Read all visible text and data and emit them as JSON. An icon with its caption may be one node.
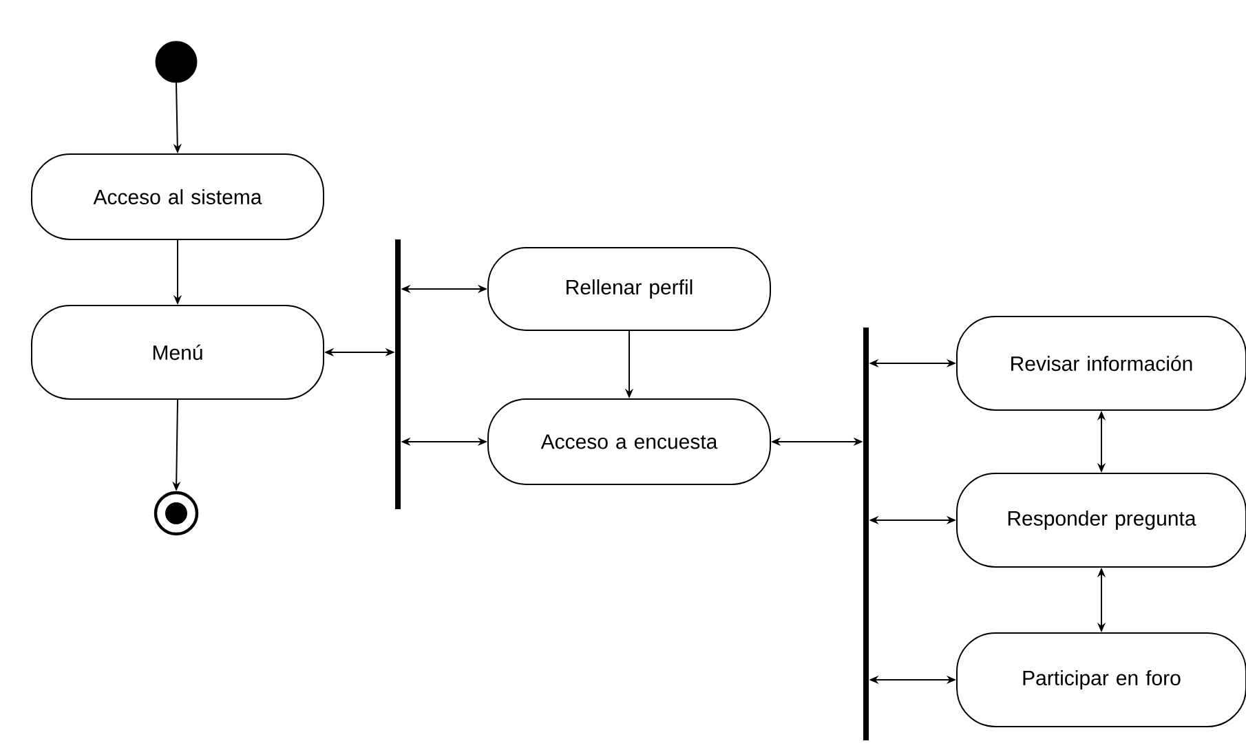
{
  "diagram": {
    "nodes": [
      {
        "text": [],
        "shape": "circle"
      },
      {
        "text": [
          "Acceso al sistema"
        ]
      },
      {
        "text": [
          "Menú"
        ]
      },
      {
        "text": [],
        "shape": "bullseye"
      },
      {
        "text": [],
        "shape": "bar"
      },
      {
        "text": [
          "Rellenar perfil"
        ]
      },
      {
        "text": [
          "Acceso a encuesta"
        ]
      },
      {
        "text": [],
        "shape": "bar"
      },
      {
        "text": [
          "Revisar información"
        ]
      },
      {
        "text": [
          "Responder pregunta"
        ]
      },
      {
        "text": [
          "Participar en foro"
        ]
      }
    ],
    "edges": [
      {
        "from": 0,
        "to": 1,
        "arrow": "to"
      },
      {
        "from": 1,
        "to": 2,
        "arrow": "to"
      },
      {
        "from": 2,
        "to": 3,
        "arrow": "to"
      },
      {
        "from": 2,
        "to": 4,
        "arrow": "both"
      },
      {
        "from": 4,
        "to": 5,
        "arrow": "both"
      },
      {
        "from": 4,
        "to": 6,
        "arrow": "both"
      },
      {
        "from": 5,
        "to": 6,
        "arrow": "to"
      },
      {
        "from": 6,
        "to": 7,
        "arrow": "both"
      },
      {
        "from": 7,
        "to": 8,
        "arrow": "both"
      },
      {
        "from": 7,
        "to": 9,
        "arrow": "both"
      },
      {
        "from": 7,
        "to": 10,
        "arrow": "both"
      },
      {
        "from": 8,
        "to": 9,
        "arrow": "both"
      },
      {
        "from": 9,
        "to": 10,
        "arrow": "both"
      }
    ]
  }
}
